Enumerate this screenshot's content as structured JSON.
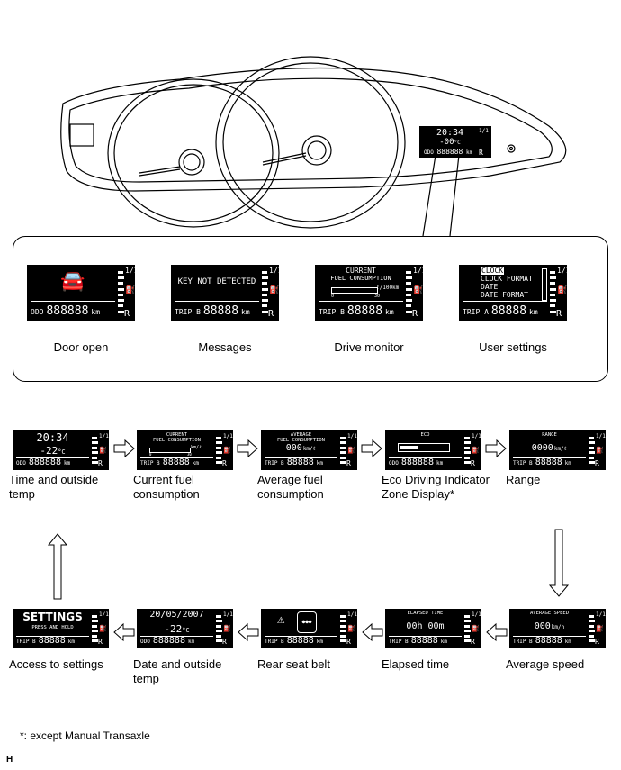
{
  "callout_screens": [
    {
      "id": "door-open",
      "caption": "Door open",
      "bottom_label": "ODO",
      "bottom_value": "888888",
      "unit": "km"
    },
    {
      "id": "messages",
      "caption": "Messages",
      "main": "KEY NOT DETECTED",
      "bottom_label": "TRIP B",
      "bottom_value": "88888",
      "unit": "km"
    },
    {
      "id": "drive-monitor",
      "caption": "Drive monitor",
      "line1": "CURRENT",
      "line2": "FUEL CONSUMPTION",
      "unit_small": "ℓ/100km",
      "scale_min": "0",
      "scale_max": "30",
      "bottom_label": "TRIP B",
      "bottom_value": "88888",
      "unit": "km"
    },
    {
      "id": "user-settings",
      "caption": "User settings",
      "menu": [
        "CLOCK",
        "CLOCK FORMAT",
        "DATE",
        "DATE FORMAT"
      ],
      "bottom_label": "TRIP A",
      "bottom_value": "88888",
      "unit": "km"
    }
  ],
  "gauge": {
    "top": "1/1",
    "bottom": "R"
  },
  "cluster_lcd": {
    "time": "20:34",
    "temp": "-00",
    "unit": "°C",
    "odo_label": "ODO",
    "odo_value": "888888",
    "unit2": "km"
  },
  "flow_row1": [
    {
      "id": "time-temp",
      "caption": "Time and outside\ntemp",
      "main": "20:34",
      "sub": "-22",
      "sub_unit": "°C",
      "bottom_label": "ODO",
      "bottom_value": "888888",
      "unit": "km"
    },
    {
      "id": "current-fuel",
      "caption": "Current fuel\nconsumption",
      "line1": "CURRENT",
      "line2": "FUEL CONSUMPTION",
      "unit_small": "km/ℓ",
      "scale_min": "0",
      "scale_max": "30",
      "bottom_label": "TRIP B",
      "bottom_value": "88888",
      "unit": "km"
    },
    {
      "id": "average-fuel",
      "caption": "Average fuel\nconsumption",
      "line1": "AVERAGE",
      "line2": "FUEL CONSUMPTION",
      "main": "000",
      "main_unit": "km/ℓ",
      "bottom_label": "TRIP B",
      "bottom_value": "88888",
      "unit": "km"
    },
    {
      "id": "eco-zone",
      "caption": "Eco Driving Indicator\nZone Display*",
      "line1": "ECO",
      "bottom_label": "ODO",
      "bottom_value": "888888",
      "unit": "km"
    },
    {
      "id": "range",
      "caption": "Range",
      "line1": "RANGE",
      "main": "0000",
      "main_unit": "km/ℓ",
      "bottom_label": "TRIP B",
      "bottom_value": "88888",
      "unit": "km"
    }
  ],
  "flow_row2": [
    {
      "id": "settings",
      "caption": "Access to settings",
      "main": "SETTINGS",
      "line2": "PRESS AND HOLD",
      "bottom_label": "TRIP B",
      "bottom_value": "88888",
      "unit": "km"
    },
    {
      "id": "date-temp",
      "caption": "Date and outside\ntemp",
      "main": "20/05/2007",
      "sub": "-22",
      "sub_unit": "°C",
      "bottom_label": "ODO",
      "bottom_value": "888888",
      "unit": "km"
    },
    {
      "id": "rear-belt",
      "caption": "Rear seat belt",
      "bottom_label": "TRIP B",
      "bottom_value": "88888",
      "unit": "km"
    },
    {
      "id": "elapsed",
      "caption": "Elapsed time",
      "line1": "ELAPSED TIME",
      "main": "00h 00m",
      "bottom_label": "TRIP B",
      "bottom_value": "88888",
      "unit": "km"
    },
    {
      "id": "avg-speed",
      "caption": "Average speed",
      "line1": "AVERAGE SPEED",
      "main": "000",
      "main_unit": "km/h",
      "bottom_label": "TRIP B",
      "bottom_value": "88888",
      "unit": "km"
    }
  ],
  "footnote": "*: except Manual Transaxle",
  "corner_mark": "H"
}
